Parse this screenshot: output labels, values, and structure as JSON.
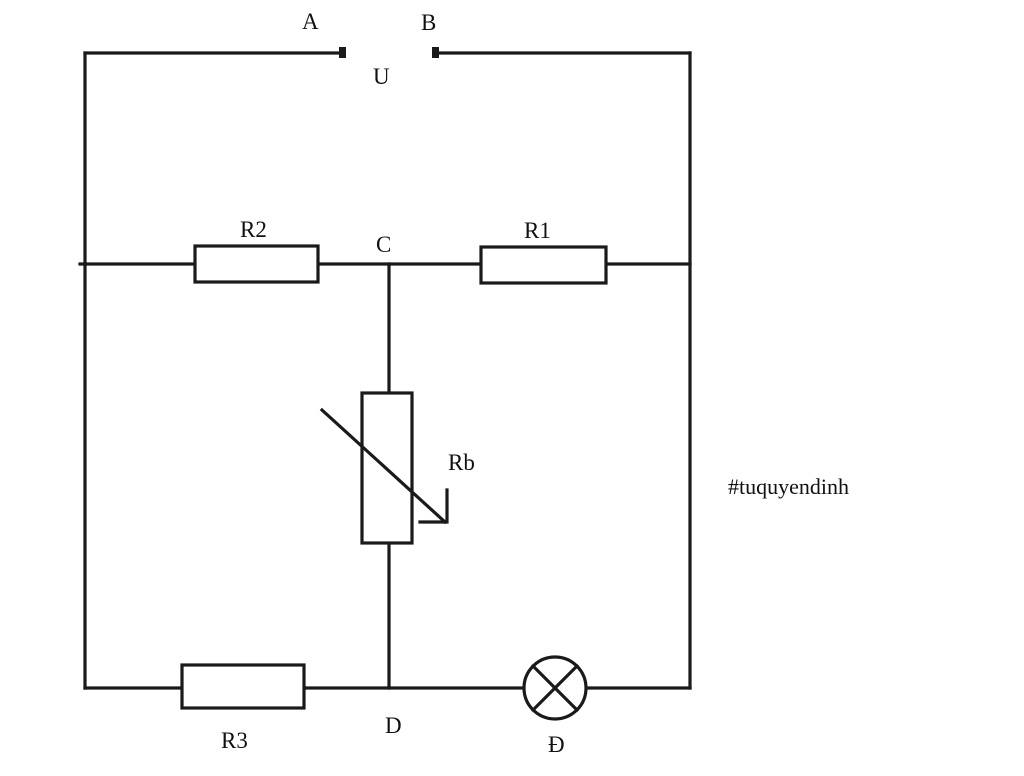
{
  "labels": {
    "terminal_a": "A",
    "terminal_b": "B",
    "voltage": "U",
    "node_c": "C",
    "node_d": "D",
    "r1": "R1",
    "r2": "R2",
    "r3": "R3",
    "rb": "Rb",
    "lamp": "Đ"
  },
  "watermark": "#tuquyendinh",
  "colors": {
    "line": "#1a1a1a",
    "background": "#ffffff"
  }
}
